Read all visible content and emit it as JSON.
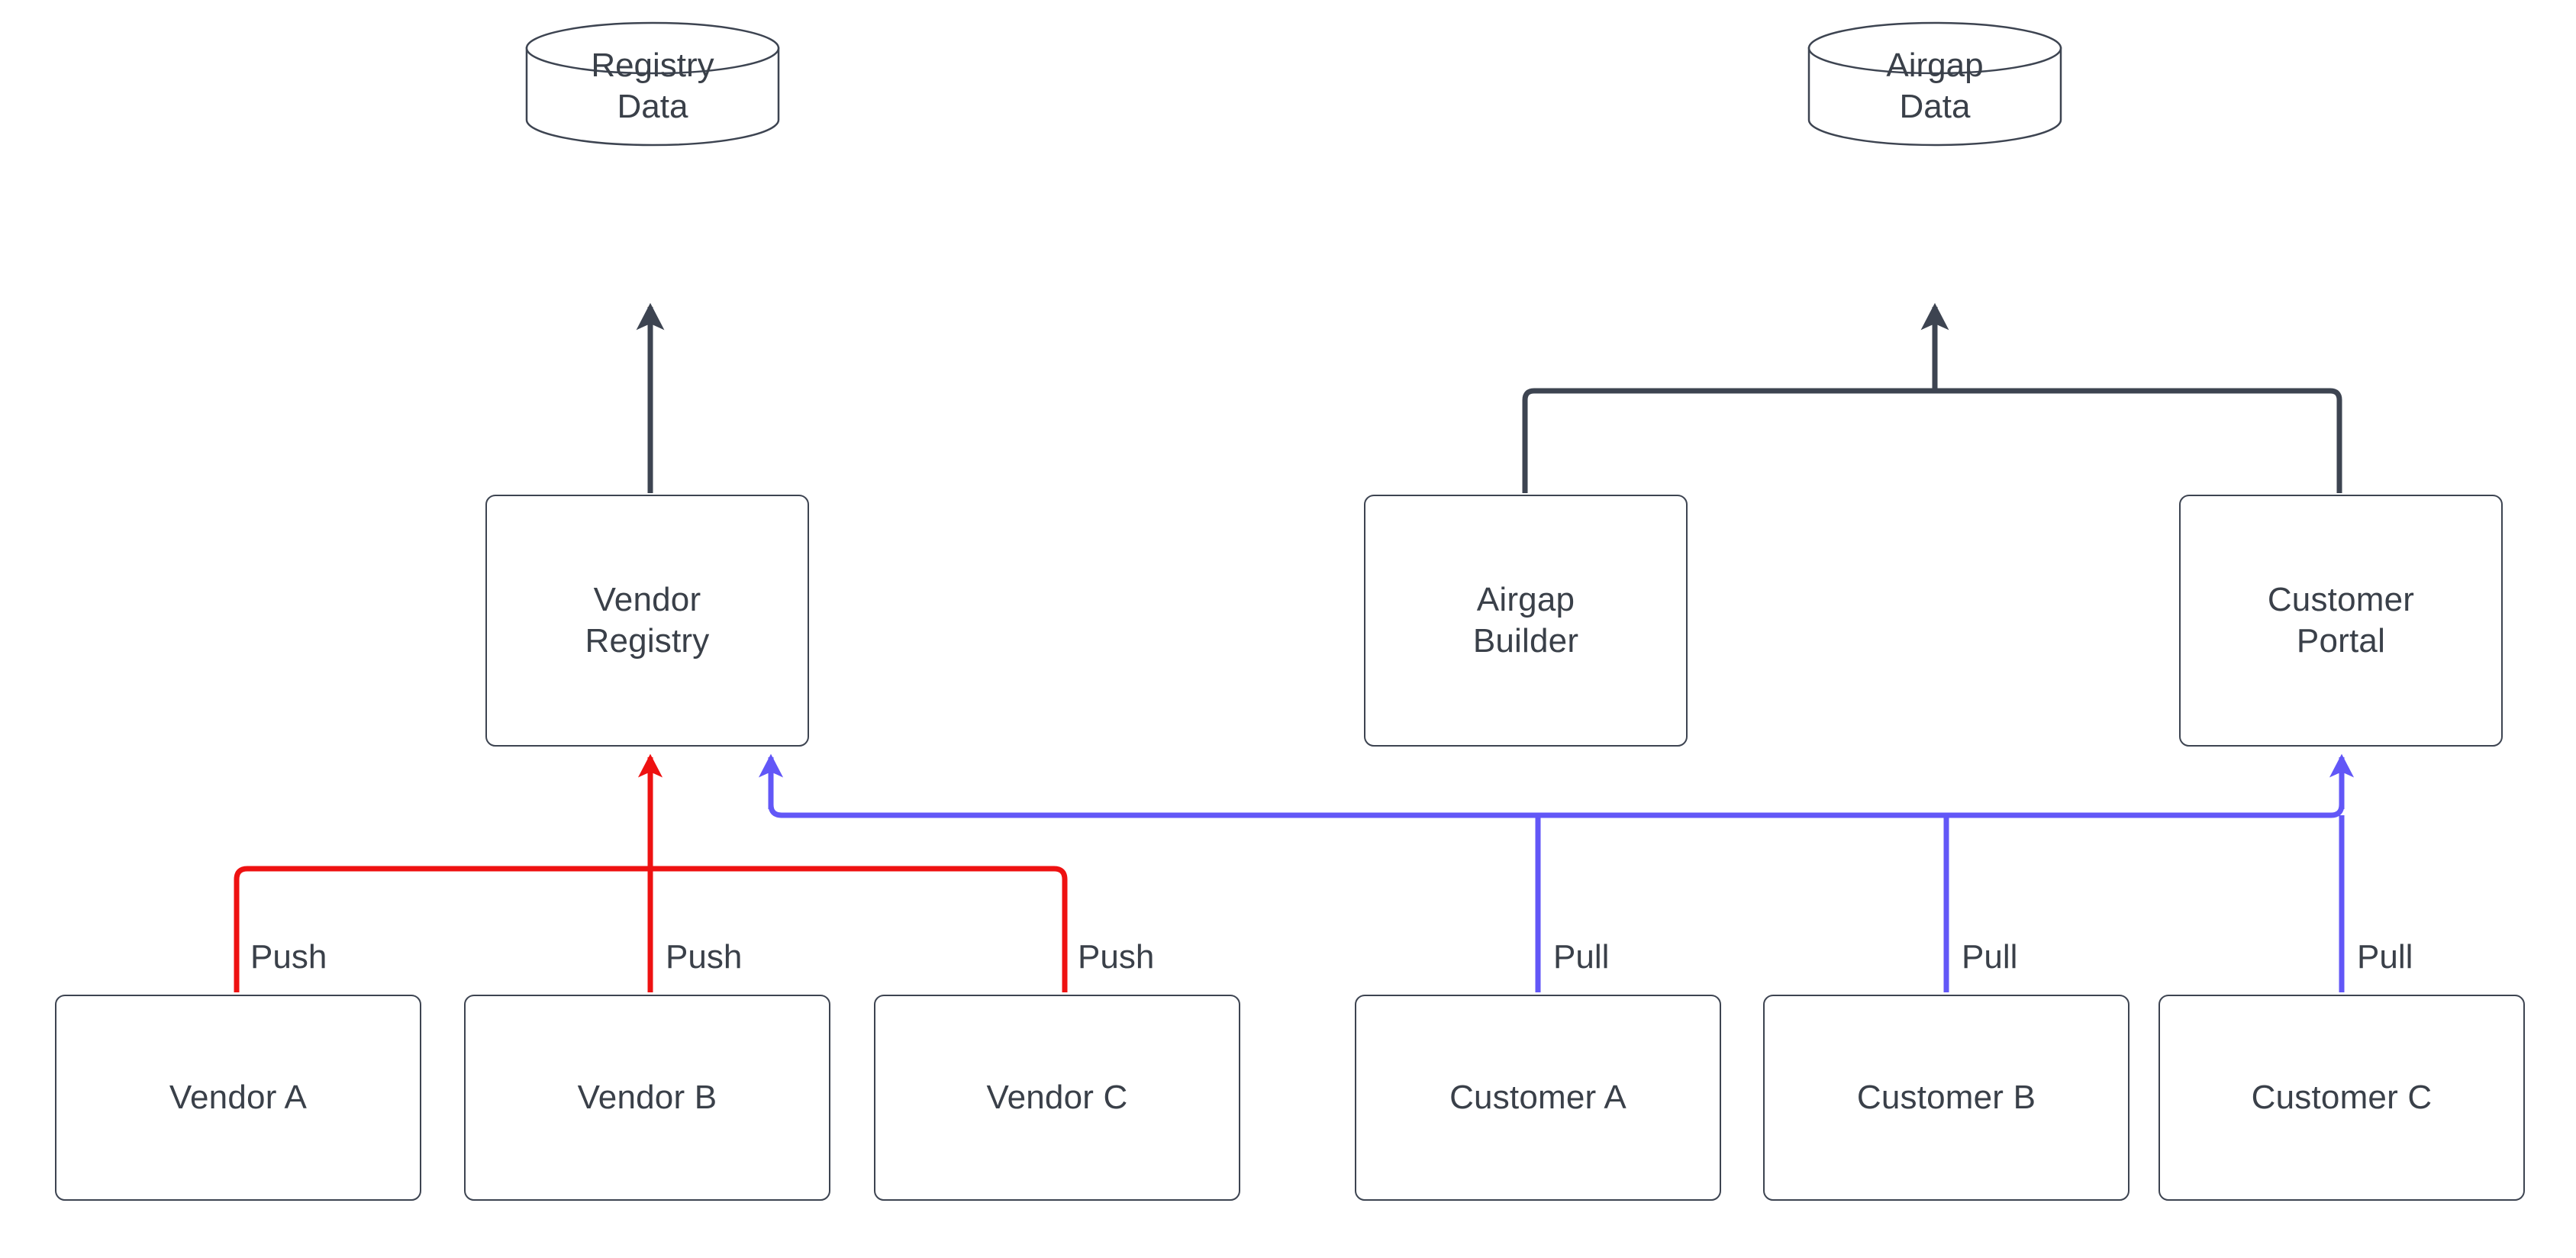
{
  "diagram": {
    "title": "Vendor Registry and Airgap Distribution Flow",
    "colors": {
      "stroke_dark": "#3d4451",
      "text": "#3a4049",
      "push_red": "#ee1111",
      "pull_blue": "#6257f7",
      "background": "#ffffff"
    },
    "datastores": [
      {
        "id": "registry-data",
        "label": "Registry\nData"
      },
      {
        "id": "airgap-data",
        "label": "Airgap\nData"
      }
    ],
    "services": [
      {
        "id": "vendor-registry",
        "label": "Vendor\nRegistry"
      },
      {
        "id": "airgap-builder",
        "label": "Airgap\nBuilder"
      },
      {
        "id": "customer-portal",
        "label": "Customer\nPortal"
      }
    ],
    "vendors": [
      {
        "id": "vendor-a",
        "label": "Vendor A"
      },
      {
        "id": "vendor-b",
        "label": "Vendor B"
      },
      {
        "id": "vendor-c",
        "label": "Vendor C"
      }
    ],
    "customers": [
      {
        "id": "customer-a",
        "label": "Customer A"
      },
      {
        "id": "customer-b",
        "label": "Customer B"
      },
      {
        "id": "customer-c",
        "label": "Customer C"
      }
    ],
    "edge_labels": {
      "push": "Push",
      "pull": "Pull",
      "push_instances": [
        "Push",
        "Push",
        "Push"
      ],
      "pull_instances": [
        "Pull",
        "Pull",
        "Pull"
      ]
    },
    "edges": [
      {
        "from": "vendor-registry",
        "to": "registry-data",
        "label": "",
        "color": "#3d4451"
      },
      {
        "from": "airgap-builder",
        "to": "airgap-data",
        "label": "",
        "color": "#3d4451"
      },
      {
        "from": "customer-portal",
        "to": "airgap-data",
        "label": "",
        "color": "#3d4451"
      },
      {
        "from": "vendor-a",
        "to": "vendor-registry",
        "label": "Push",
        "color": "#ee1111"
      },
      {
        "from": "vendor-b",
        "to": "vendor-registry",
        "label": "Push",
        "color": "#ee1111"
      },
      {
        "from": "vendor-c",
        "to": "vendor-registry",
        "label": "Push",
        "color": "#ee1111"
      },
      {
        "from": "customer-a",
        "to": "vendor-registry",
        "label": "Pull",
        "color": "#6257f7"
      },
      {
        "from": "customer-b",
        "to": "customer-portal",
        "label": "Pull",
        "color": "#6257f7"
      },
      {
        "from": "customer-c",
        "to": "customer-portal",
        "label": "Pull",
        "color": "#6257f7"
      }
    ]
  }
}
